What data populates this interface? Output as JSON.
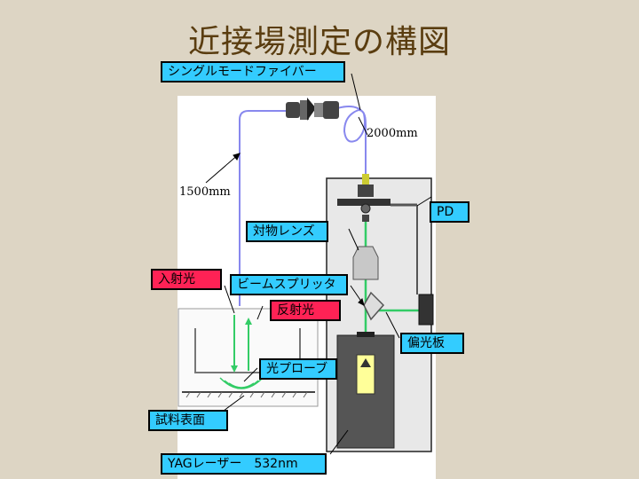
{
  "title": "近接場測定の構図",
  "labels": {
    "single_mode_fiber": "シングルモードファイバー",
    "length_2000": "2000mm",
    "length_1500": "1500mm",
    "pd": "PD",
    "objective_lens": "対物レンズ",
    "incident_light": "入射光",
    "beam_splitter": "ビームスプリッタ",
    "reflected_light": "反射光",
    "polarizer": "偏光板",
    "optical_probe": "光プローブ",
    "sample_surface": "試料表面",
    "laser": "YAGレーザー　532nm"
  },
  "colors": {
    "background": "#ddd5c4",
    "title": "#5a3d10",
    "label_blue": "#33ccff",
    "label_red": "#ff2255",
    "fiber": "#8888ee",
    "beam": "#33cc66",
    "housing": "#e8e8e8",
    "laser_body": "#555555",
    "laser_window": "#ffff99"
  }
}
